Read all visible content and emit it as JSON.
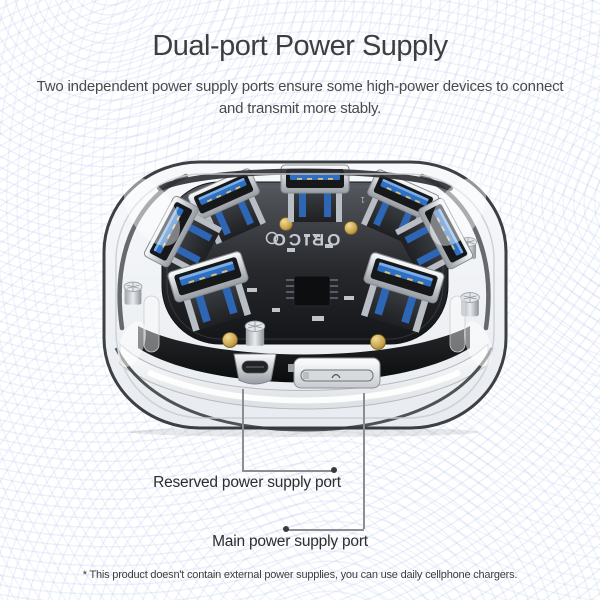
{
  "header": {
    "title": "Dual-port Power Supply",
    "subtitle": "Two independent power supply ports ensure some high-power devices to connect and transmit more stably."
  },
  "product": {
    "pcb_logo": "ORICO",
    "pcb_marking": "1",
    "usb_port_count": 7,
    "colors": {
      "usb_blue": "#2e6fc4",
      "pcb_dark": "#1d1f22",
      "metal_silver": "#c9cdd2",
      "screw_gold": "#c9a44c",
      "ripple_line": "#dfe6f6"
    }
  },
  "callouts": {
    "reserved": {
      "label": "Reserved power supply port"
    },
    "main": {
      "label": "Main power supply port"
    }
  },
  "footer": {
    "note": "* This product doesn't contain external power supplies, you can use daily cellphone chargers."
  },
  "style": {
    "title_color": "#3e3e3e",
    "body_color": "#4a4a4a",
    "label_color": "#2d2d2d",
    "line_color": "#8a8f94"
  }
}
